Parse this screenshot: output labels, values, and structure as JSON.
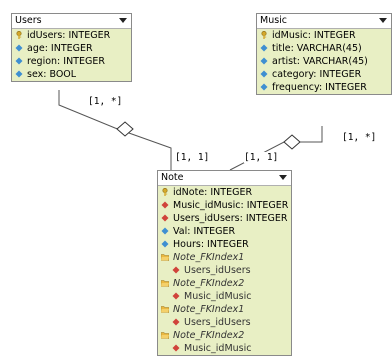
{
  "entities": {
    "users": {
      "title": "Users",
      "fields": [
        {
          "icon": "key",
          "text": "idUsers: INTEGER"
        },
        {
          "icon": "diamond-blue",
          "text": "age: INTEGER"
        },
        {
          "icon": "diamond-blue",
          "text": "region: INTEGER"
        },
        {
          "icon": "diamond-blue",
          "text": "sex: BOOL"
        }
      ]
    },
    "music": {
      "title": "Music",
      "fields": [
        {
          "icon": "key",
          "text": "idMusic: INTEGER"
        },
        {
          "icon": "diamond-blue",
          "text": "title: VARCHAR(45)"
        },
        {
          "icon": "diamond-blue",
          "text": "artist: VARCHAR(45)"
        },
        {
          "icon": "diamond-blue",
          "text": "category: INTEGER"
        },
        {
          "icon": "diamond-blue",
          "text": "frequency: INTEGER"
        }
      ]
    },
    "note": {
      "title": "Note",
      "fields": [
        {
          "icon": "key",
          "text": "idNote: INTEGER"
        },
        {
          "icon": "diamond-red",
          "text": "Music_idMusic: INTEGER (FK)"
        },
        {
          "icon": "diamond-red",
          "text": "Users_idUsers: INTEGER (FK)"
        },
        {
          "icon": "diamond-blue",
          "text": "Val: INTEGER"
        },
        {
          "icon": "diamond-blue",
          "text": "Hours: INTEGER"
        }
      ],
      "indexes": [
        {
          "name": "Note_FKIndex1",
          "column": "Users_idUsers"
        },
        {
          "name": "Note_FKIndex2",
          "column": "Music_idMusic"
        },
        {
          "name": "Note_FKIndex1",
          "column": "Users_idUsers"
        },
        {
          "name": "Note_FKIndex2",
          "column": "Music_idMusic"
        }
      ]
    }
  },
  "relations": {
    "users_many": "[1, *]",
    "music_many": "[1, *]",
    "note_users_one": "[1, 1]",
    "note_music_one": "[1, 1]"
  },
  "colors": {
    "field_bg": "#e8efc4",
    "key": "#d4a82a",
    "attribute": "#3f8fd1",
    "foreign_key": "#d0433a",
    "index_folder": "#e9b842"
  }
}
